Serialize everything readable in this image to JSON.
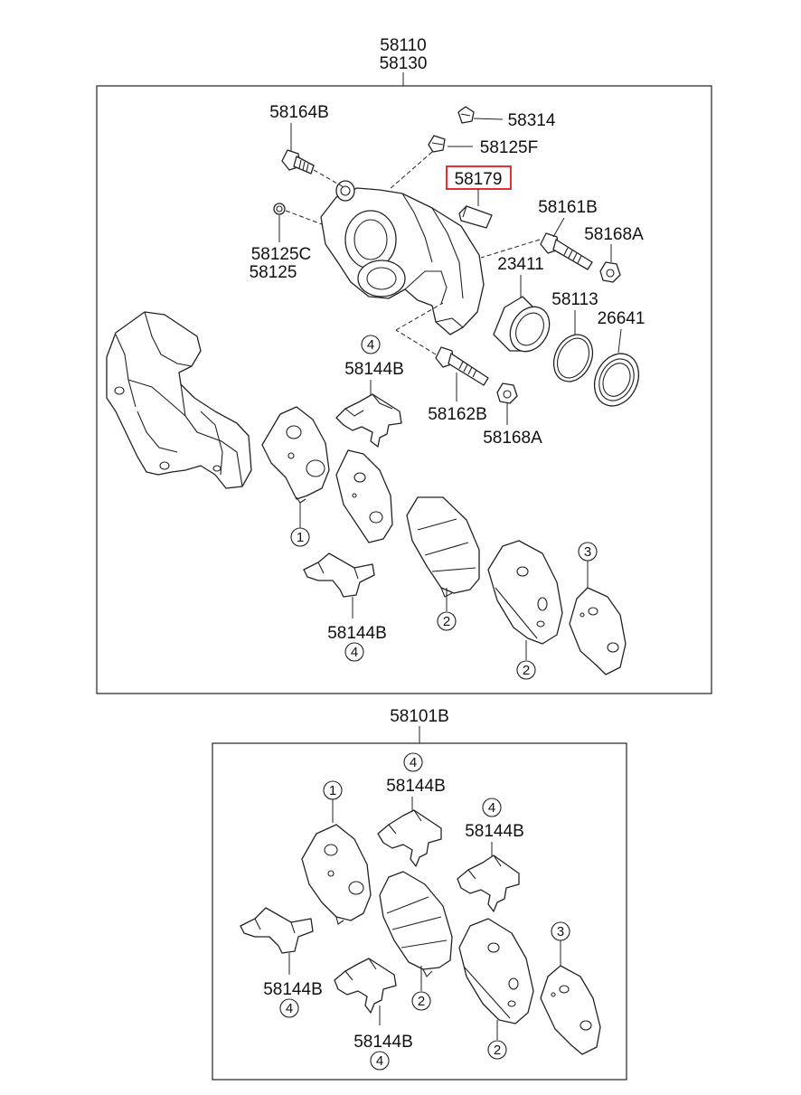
{
  "top_group": {
    "codes": [
      "58110",
      "58130"
    ],
    "labels": {
      "p58164B": "58164B",
      "p58314": "58314",
      "p58125F": "58125F",
      "p58179": "58179",
      "p58125C": "58125C",
      "p58125": "58125",
      "p58161B": "58161B",
      "p58168A_top": "58168A",
      "p23411": "23411",
      "p58113": "58113",
      "p26641": "26641",
      "p58144B_a": "58144B",
      "p58162B": "58162B",
      "p58168A_bottom": "58168A",
      "p58144B_b": "58144B"
    },
    "highlight_color": "#e01b1b"
  },
  "bottom_group": {
    "code": "58101B",
    "labels": {
      "p58144B_1": "58144B",
      "p58144B_2": "58144B",
      "p58144B_3": "58144B",
      "p58144B_4": "58144B"
    }
  },
  "callouts": {
    "c1": "1",
    "c2": "2",
    "c3": "3",
    "c4": "4"
  }
}
